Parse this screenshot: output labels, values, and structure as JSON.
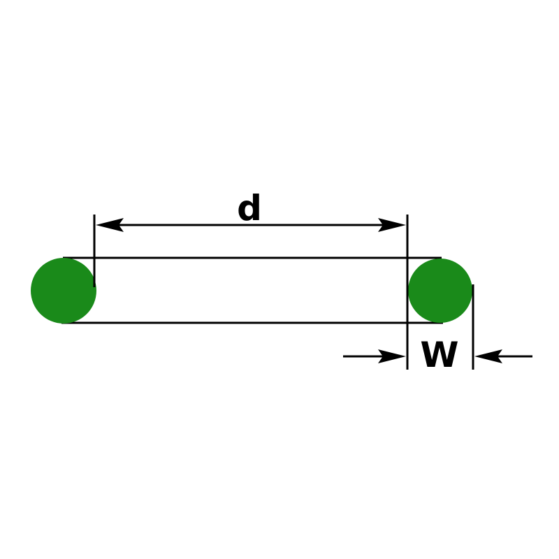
{
  "diagram": {
    "name": "o-ring-cross-section-dimensions",
    "labels": {
      "inner_diameter": "d",
      "cross_section_width": "W"
    },
    "colors": {
      "ring": "#1a8a1a",
      "line": "#000000",
      "background": "#ffffff"
    }
  }
}
